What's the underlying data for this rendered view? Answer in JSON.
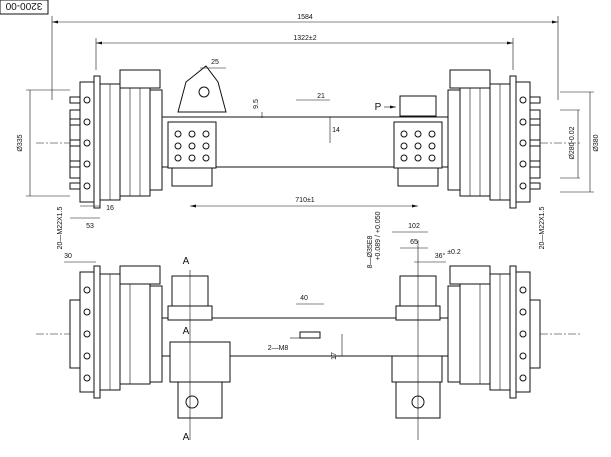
{
  "drawing": {
    "code": "3200-00",
    "top_view": {
      "overall_width": "1584",
      "track": "1322±2",
      "spring_seat_spacing": "710±1",
      "dim_25": "25",
      "dim_21": "21",
      "dim_9_5": "9.5",
      "dim_14": "14",
      "label_p": "P",
      "dim_335": "Ø335",
      "dim_280": "Ø280-0.02",
      "dim_380": "Ø380",
      "bolts_left": "20—M22X1.5",
      "bolts_right": "20—M22X1.5",
      "dim_16": "16",
      "dim_53": "53"
    },
    "bottom_view": {
      "dim_30": "30",
      "dim_40": "40",
      "label_2m8": "2—M8",
      "dim_17": "17",
      "dim_102": "102",
      "dim_65": "65",
      "angle": "36°",
      "angle_tol": "±0.2",
      "holes": "8—Ø35E8",
      "holes_tol": "+0.089 / +0.050",
      "section_a1": "A",
      "section_a2": "A",
      "section_a3": "A"
    }
  }
}
